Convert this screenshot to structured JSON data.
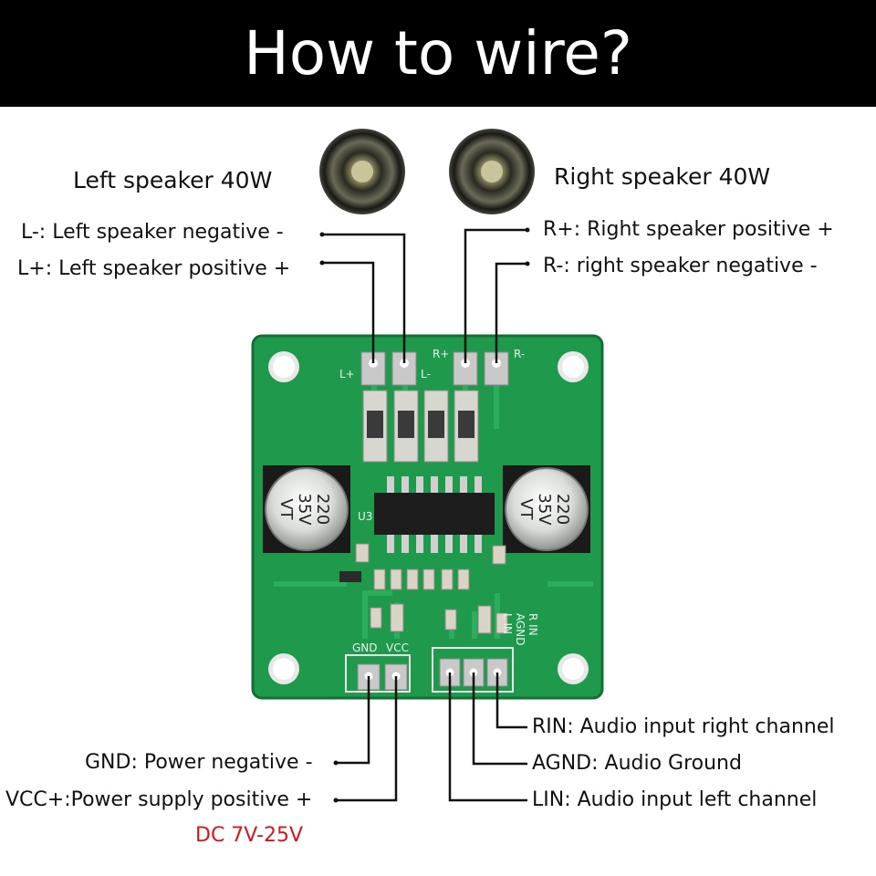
{
  "title": "How to wire?",
  "speakers": {
    "left": "Left speaker 40W",
    "right": "Right speaker 40W"
  },
  "labels": {
    "l_neg": "L-: Left speaker negative -",
    "l_pos": "L+: Left speaker positive +",
    "r_pos": "R+: Right speaker positive +",
    "r_neg": "R-: right speaker negative -",
    "gnd": "GND: Power negative -",
    "vcc": "VCC+:Power supply positive +",
    "voltage": "DC 7V-25V",
    "rin": "RIN: Audio input right channel",
    "agnd": "AGND: Audio Ground",
    "lin": "LIN: Audio input left channel"
  },
  "board": {
    "silk_lpos": "L+",
    "silk_lneg": "L-",
    "silk_rpos": "R+",
    "silk_rneg": "R-",
    "silk_gnd": "GND",
    "silk_vcc": "VCC",
    "silk_rin": "R IN",
    "silk_agnd": "AGND",
    "silk_lin": "L IN",
    "silk_u3": "U3",
    "cap_text_1": "220",
    "cap_text_2": "35V",
    "cap_text_3": "VT"
  },
  "colors": {
    "pcb": "#1f9a4c",
    "pcb_dark": "#167a3a",
    "accent_red": "#d8161a",
    "header": "#000000"
  }
}
